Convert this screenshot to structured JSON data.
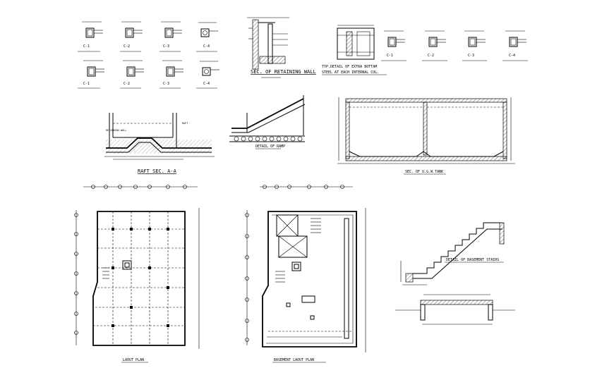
{
  "drawings": {
    "column_details": {
      "labels_row1": [
        "C-1",
        "C-2",
        "C-3",
        "C-4"
      ],
      "labels_row2": [
        "C-1",
        "C-2",
        "C-3",
        "C-4"
      ],
      "labels_right": [
        "C-1",
        "C-2",
        "C-3",
        "C-4"
      ]
    },
    "retaining_wall": {
      "title": "SEC. OF RETAINING WALL"
    },
    "extra_steel": {
      "title_line1": "TYP.DETAIL OF EXTRA BOTTAM",
      "title_line2": "STEEL AT EACH INTERNAL COL."
    },
    "raft": {
      "title": "RAFT SEC. A-A"
    },
    "ramp": {
      "title": "DETAIL OF RAMP"
    },
    "tank": {
      "title": "SEC. OF U.G.W.TANK"
    },
    "stairs": {
      "title": "DETAIL OF BASEMENT STAIRS"
    },
    "layout_plan": {
      "title": "LAOUT PLAN"
    },
    "basement_plan": {
      "title": "BASEMENT LAOUT PLAN"
    }
  }
}
